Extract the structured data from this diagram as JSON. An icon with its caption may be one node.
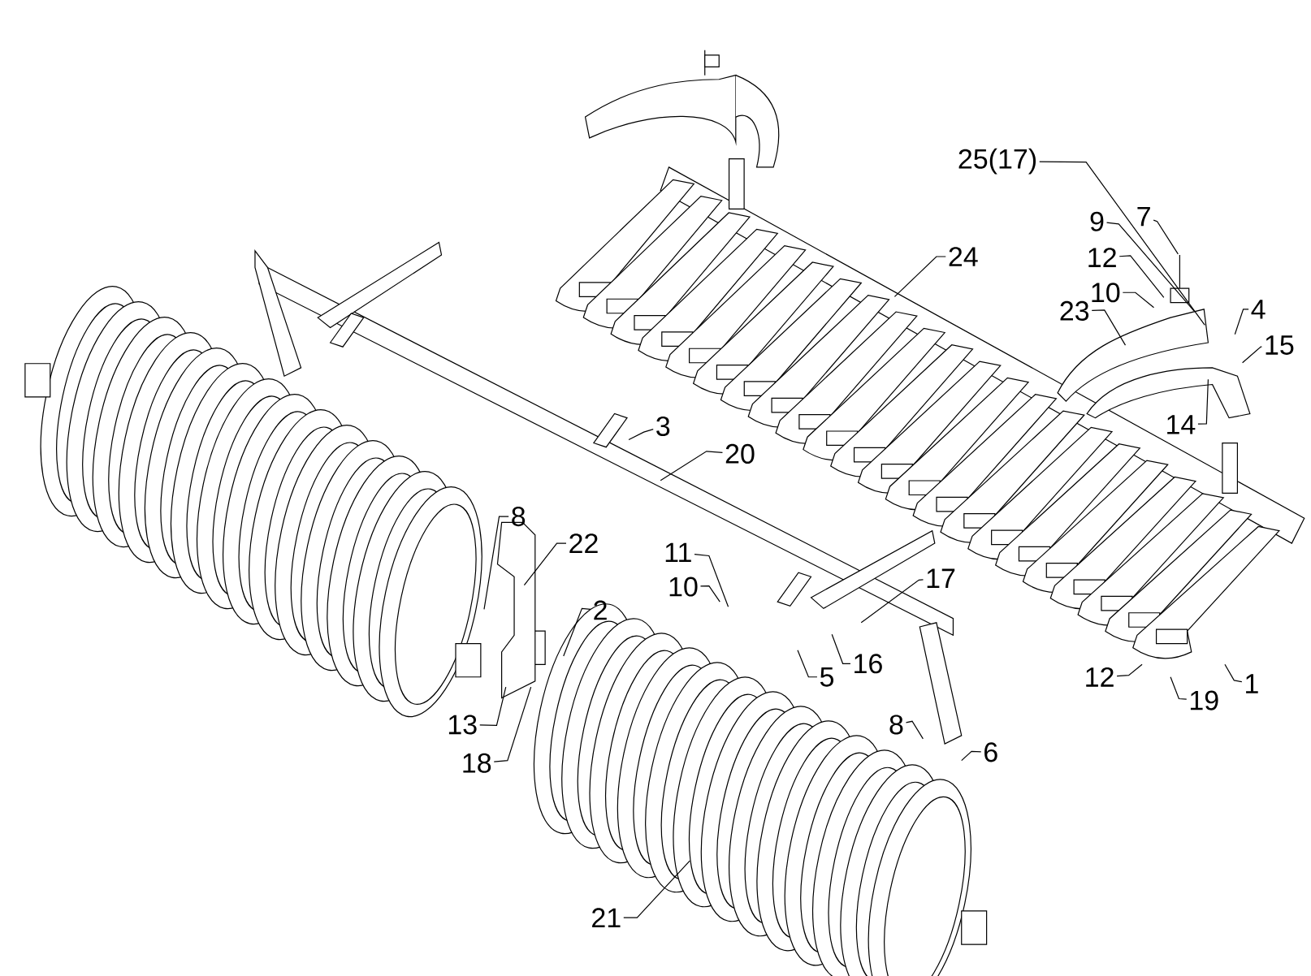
{
  "diagram": {
    "nodes": [
      {
        "text": [
          "25(17)"
        ]
      },
      {
        "text": [
          "9"
        ]
      },
      {
        "text": [
          "7"
        ]
      },
      {
        "text": [
          "12"
        ]
      },
      {
        "text": [
          "24"
        ]
      },
      {
        "text": [
          "10"
        ]
      },
      {
        "text": [
          "23"
        ]
      },
      {
        "text": [
          "4"
        ]
      },
      {
        "text": [
          "15"
        ]
      },
      {
        "text": [
          "14"
        ]
      },
      {
        "text": [
          "3"
        ]
      },
      {
        "text": [
          "20"
        ]
      },
      {
        "text": [
          "8"
        ]
      },
      {
        "text": [
          "22"
        ]
      },
      {
        "text": [
          "11"
        ]
      },
      {
        "text": [
          "17"
        ]
      },
      {
        "text": [
          "10"
        ]
      },
      {
        "text": [
          "2"
        ]
      },
      {
        "text": [
          "16"
        ]
      },
      {
        "text": [
          "5"
        ]
      },
      {
        "text": [
          "12"
        ]
      },
      {
        "text": [
          "1"
        ]
      },
      {
        "text": [
          "19"
        ]
      },
      {
        "text": [
          "13"
        ]
      },
      {
        "text": [
          "8"
        ]
      },
      {
        "text": [
          "6"
        ]
      },
      {
        "text": [
          "18"
        ]
      },
      {
        "text": [
          "21"
        ]
      }
    ],
    "edges": [
      {
        "from": 0,
        "to": null,
        "arrow": "none"
      },
      {
        "from": 1,
        "to": null,
        "arrow": "none"
      },
      {
        "from": 2,
        "to": null,
        "arrow": "none"
      },
      {
        "from": 3,
        "to": null,
        "arrow": "none"
      },
      {
        "from": 4,
        "to": null,
        "arrow": "none"
      },
      {
        "from": 5,
        "to": null,
        "arrow": "none"
      },
      {
        "from": 6,
        "to": null,
        "arrow": "none"
      },
      {
        "from": 7,
        "to": null,
        "arrow": "none"
      },
      {
        "from": 8,
        "to": null,
        "arrow": "none"
      },
      {
        "from": 9,
        "to": null,
        "arrow": "none"
      },
      {
        "from": 10,
        "to": null,
        "arrow": "none"
      },
      {
        "from": 11,
        "to": null,
        "arrow": "none"
      },
      {
        "from": 12,
        "to": null,
        "arrow": "none"
      },
      {
        "from": 13,
        "to": null,
        "arrow": "none"
      },
      {
        "from": 14,
        "to": null,
        "arrow": "none"
      },
      {
        "from": 15,
        "to": null,
        "arrow": "none"
      },
      {
        "from": 16,
        "to": null,
        "arrow": "none"
      },
      {
        "from": 17,
        "to": null,
        "arrow": "none"
      },
      {
        "from": 18,
        "to": null,
        "arrow": "none"
      },
      {
        "from": 19,
        "to": null,
        "arrow": "none"
      },
      {
        "from": 20,
        "to": null,
        "arrow": "none"
      },
      {
        "from": 21,
        "to": null,
        "arrow": "none"
      },
      {
        "from": 22,
        "to": null,
        "arrow": "none"
      },
      {
        "from": 23,
        "to": null,
        "arrow": "none"
      },
      {
        "from": 24,
        "to": null,
        "arrow": "none"
      },
      {
        "from": 25,
        "to": null,
        "arrow": "none"
      },
      {
        "from": 26,
        "to": null,
        "arrow": "none"
      },
      {
        "from": 27,
        "to": null,
        "arrow": "none"
      }
    ]
  }
}
